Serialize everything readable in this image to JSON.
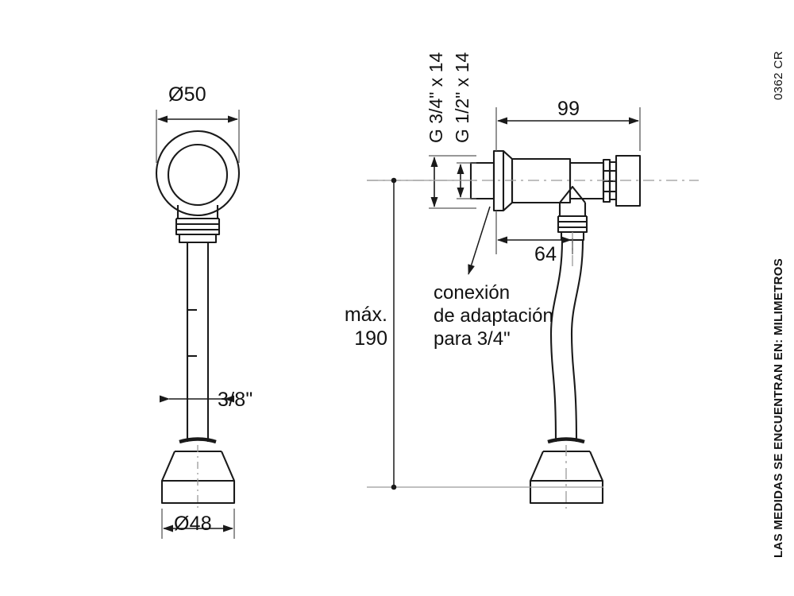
{
  "document": {
    "type": "technical-dimension-drawing",
    "title": "Urinal flush valve dimensioned drawing",
    "unit_note": "LAS MEDIDAS SE ENCUENTRAN EN: MILIMETROS",
    "product_code": "0362 CR",
    "background_color": "#ffffff",
    "line_color": "#1a1a1a",
    "center_line_color": "#9a9a9a",
    "text_color": "#111111"
  },
  "left_view": {
    "name": "front-view",
    "dimensions": {
      "ring_diameter": "Ø50",
      "base_diameter": "Ø48",
      "pipe_thread": "3/8\""
    }
  },
  "right_view": {
    "name": "side-view",
    "dimensions": {
      "body_length": "99",
      "outlet_offset": "64",
      "height_max_line1": "máx.",
      "height_max_line2": "190",
      "thread_upper": "G 3/4\" x 14",
      "thread_lower": "G 1/2\" x 14"
    },
    "callout": {
      "line1": "conexión",
      "line2": "de adaptación",
      "line3": "para 3/4\""
    }
  },
  "icons": {
    "diameter_symbol": "Ø",
    "arrow_terminator": "filled-triangle",
    "dot_terminator": "filled-circle"
  }
}
